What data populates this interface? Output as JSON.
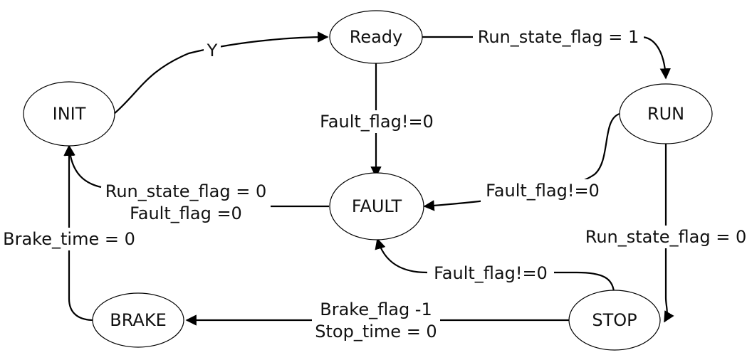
{
  "nodes": {
    "init": "INIT",
    "ready": "Ready",
    "run": "RUN",
    "fault": "FAULT",
    "stop": "STOP",
    "brake": "BRAKE"
  },
  "edges": {
    "init_to_ready": [
      "Y"
    ],
    "ready_to_run": [
      "Run_state_flag = 1"
    ],
    "ready_to_fault": [
      "Fault_flag!=0"
    ],
    "run_to_fault": [
      "Fault_flag!=0"
    ],
    "fault_to_init": [
      "Run_state_flag = 0",
      "Fault_flag =0"
    ],
    "run_to_stop": [
      "Run_state_flag = 0"
    ],
    "stop_to_fault": [
      "Fault_flag!=0"
    ],
    "stop_to_brake": [
      "Brake_flag -1",
      "Stop_time = 0"
    ],
    "brake_to_init": [
      "Brake_time = 0"
    ]
  },
  "colors": {
    "stroke": "#000000",
    "text": "#111111",
    "background": "#ffffff"
  }
}
